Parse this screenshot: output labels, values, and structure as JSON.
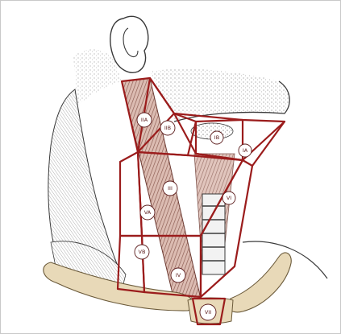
{
  "figure": {
    "level_labels": [
      "IIA",
      "IIB",
      "IB",
      "IA",
      "III",
      "VA",
      "VB",
      "IV",
      "VI",
      "VII"
    ]
  },
  "colors": {
    "region_outline": "#9b1c1c",
    "skin_line": "#3a3a3a",
    "muscle_fill": "#d9b7ad",
    "muscle_stripe": "#8a5a50",
    "bone_fill": "#e8d9b8",
    "background": "#ffffff"
  },
  "icons": [
    "neck-anatomy-illustration"
  ]
}
